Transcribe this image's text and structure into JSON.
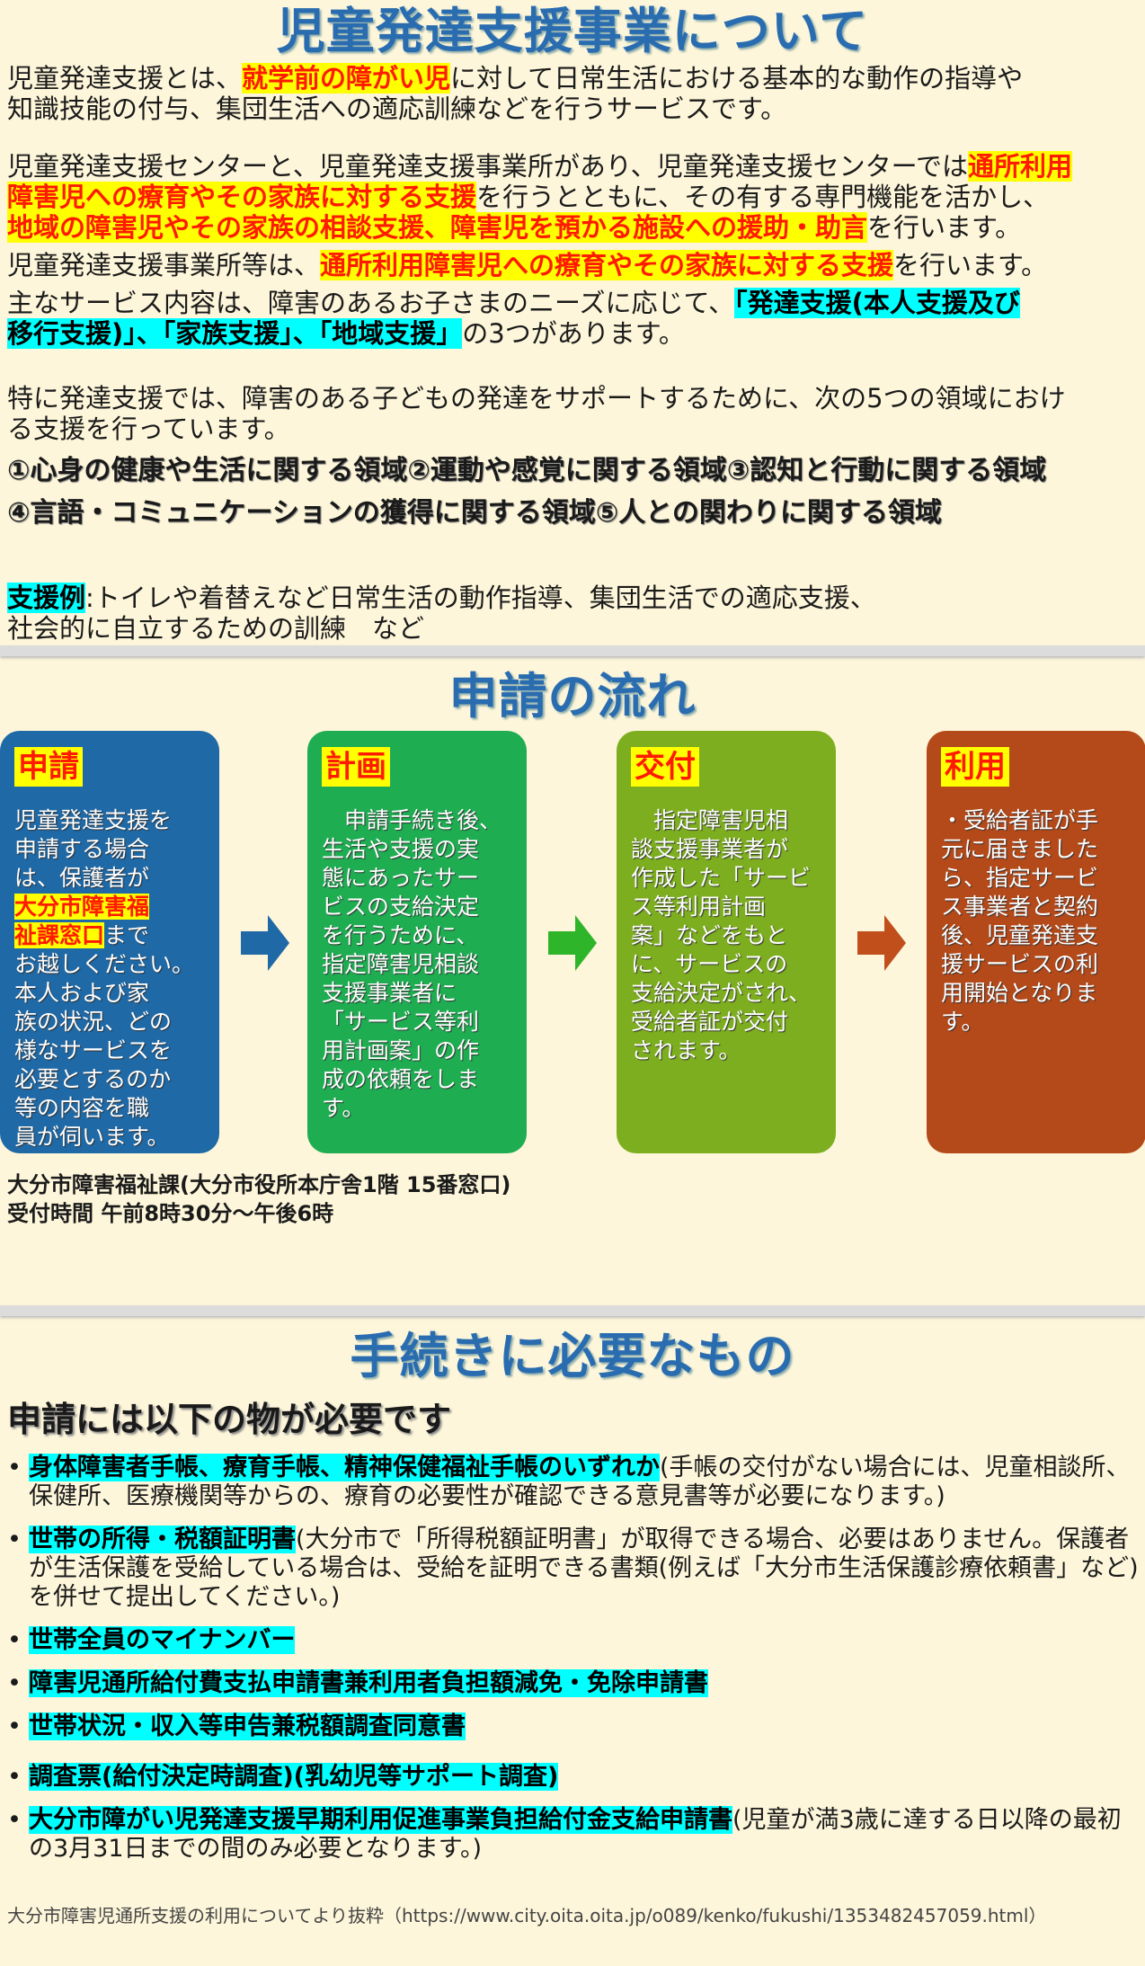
{
  "section1": {
    "title": "児童発達支援事業について",
    "paragraphs": [
      {
        "lines": [
          [
            {
              "t": "児童発達支援とは、"
            },
            {
              "t": "就学前の障がい児",
              "s": "yr"
            },
            {
              "t": "に対して日常生活における基本的な動作の指導や"
            }
          ],
          [
            {
              "t": "知識技能の付与、集団生活への適応訓練などを行うサービスです。"
            }
          ]
        ]
      },
      {
        "lines": [
          [
            {
              "t": "児童発達支援センターと、児童発達支援事業所があり、児童発達支援センターでは"
            },
            {
              "t": "通所利用",
              "s": "yr"
            }
          ],
          [
            {
              "t": "障害児への療育やその家族に対する支援",
              "s": "yr"
            },
            {
              "t": "を行うとともに、その有する専門機能を活かし、"
            }
          ],
          [
            {
              "t": "地域の障害児やその家族の相談支援、障害児を預かる施設への援助・助言",
              "s": "yr"
            },
            {
              "t": "を行います。"
            }
          ]
        ]
      },
      {
        "lines": [
          [
            {
              "t": "児童発達支援事業所等は、"
            },
            {
              "t": "通所利用障害児への療育やその家族に対する支援",
              "s": "yr"
            },
            {
              "t": "を行います。"
            }
          ]
        ]
      },
      {
        "lines": [
          [
            {
              "t": "主なサービス内容は、障害のあるお子さまのニーズに応じて、"
            },
            {
              "t": "「発達支援(本人支援及び",
              "s": "cy"
            }
          ],
          [
            {
              "t": "移行支援)」、「家族支援」、「地域支援」",
              "s": "cy"
            },
            {
              "t": "の3つがあります。"
            }
          ]
        ]
      },
      {
        "lines": [
          [
            {
              "t": "特に発達支援では、障害のある子どもの発達をサポートするために、次の5つの領域におけ"
            }
          ],
          [
            {
              "t": "る支援を行っています。"
            }
          ]
        ]
      },
      {
        "lines": [
          [
            {
              "t": "①心身の健康や生活に関する領域②運動や感覚に関する領域③認知と行動に関する領域",
              "s": "bold"
            }
          ],
          [
            {
              "t": "④言語・コミュニケーションの獲得に関する領域⑤人との関わりに関する領域",
              "s": "bold"
            }
          ]
        ]
      },
      {
        "lines": [
          [
            {
              "t": "支援例",
              "s": "cy"
            },
            {
              "t": ":トイレや着替えなど日常生活の動作指導、集団生活での適応支援、"
            }
          ],
          [
            {
              "t": "社会的に自立するための訓練　など"
            }
          ]
        ]
      }
    ]
  },
  "section2": {
    "title": "申請の流れ",
    "steps": [
      {
        "label": "申請",
        "color": "#1f69a6",
        "pre": "児童発達支援を\n申請する場合\nは、保護者が\n",
        "hl": "大分市障害福\n祉課窓口",
        "post": "まで\nお越しください。\n本人および家\n族の状況、どの\n様なサービスを\n必要とするのか\n等の内容を職\n員が伺います。"
      },
      {
        "label": "計画",
        "color": "#1fad52",
        "pre": "　申請手続き後、\n生活や支援の実\n態にあったサー\nビスの支給決定\nを行うために、\n指定障害児相談\n支援事業者に\n「サービス等利\n用計画案」の作\n成の依頼をしま\nす。"
      },
      {
        "label": "交付",
        "color": "#7dae1f",
        "pre": "　指定障害児相\n談支援事業者が\n作成した「サービ\nス等利用計画\n案」などをもと\nに、サービスの\n支給決定がされ、\n受給者証が交付\nされます。"
      },
      {
        "label": "利用",
        "color": "#b44919",
        "pre": "・受給者証が手\n元に届きました\nら、指定サービ\nス事業者と契約\n後、児童発達支\n援サービスの利\n用開始となりま\nす。"
      }
    ],
    "arrow_colors": [
      "#1f69a6",
      "#2fb52a",
      "#c04f1c"
    ],
    "address": "大分市障害福祉課(大分市役所本庁舎1階 15番窓口)",
    "hours": "受付時間 午前8時30分～午後6時"
  },
  "section3": {
    "title": "手続きに必要なもの",
    "heading": "申請には以下の物が必要です",
    "items": [
      {
        "hl": "身体障害者手帳、療育手帳、精神保健福祉手帳のいずれか",
        "rest": "(手帳の交付がない場合には、児童相談所、保健所、医療機関等からの、療育の必要性が確認できる意見書等が必要になります。)"
      },
      {
        "hl": "世帯の所得・税額証明書",
        "rest": "(大分市で「所得税額証明書」が取得できる場合、必要はありません。保護者が生活保護を受給している場合は、受給を証明できる書類(例えば「大分市生活保護診療依頼書」など)を併せて提出してください。)"
      },
      {
        "hl": "世帯全員のマイナンバー",
        "rest": ""
      },
      {
        "hl": "障害児通所給付費支払申請書兼利用者負担額減免・免除申請書",
        "rest": ""
      },
      {
        "hl": "世帯状況・収入等申告兼税額調査同意書",
        "rest": ""
      },
      {
        "hl": "調査票(給付決定時調査)(乳幼児等サポート調査)",
        "rest": ""
      },
      {
        "hl": "大分市障がい児発達支援早期利用促進事業負担給付金支給申請書",
        "rest": "(児童が満3歳に達する日以降の最初の3月31日までの間のみ必要となります。)"
      }
    ],
    "footer": "大分市障害児通所支援の利用についてより抜粋（https://www.city.oita.oita.jp/o089/kenko/fukushi/1353482457059.html）"
  }
}
